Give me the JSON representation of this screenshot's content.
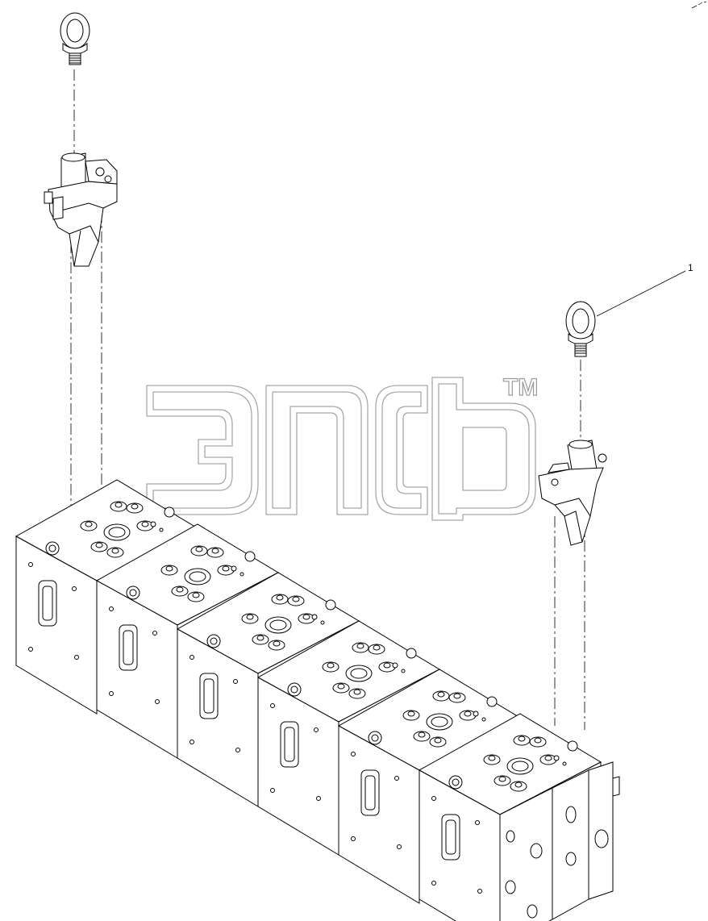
{
  "diagram": {
    "callouts": [
      {
        "label": "1"
      }
    ],
    "watermark": {
      "trademark": "TM"
    },
    "components": [
      {
        "name": "lifting-eye-bolt",
        "count": 2
      },
      {
        "name": "lifting-bracket",
        "count": 2
      },
      {
        "name": "cylinder-head",
        "count": 6
      }
    ]
  }
}
